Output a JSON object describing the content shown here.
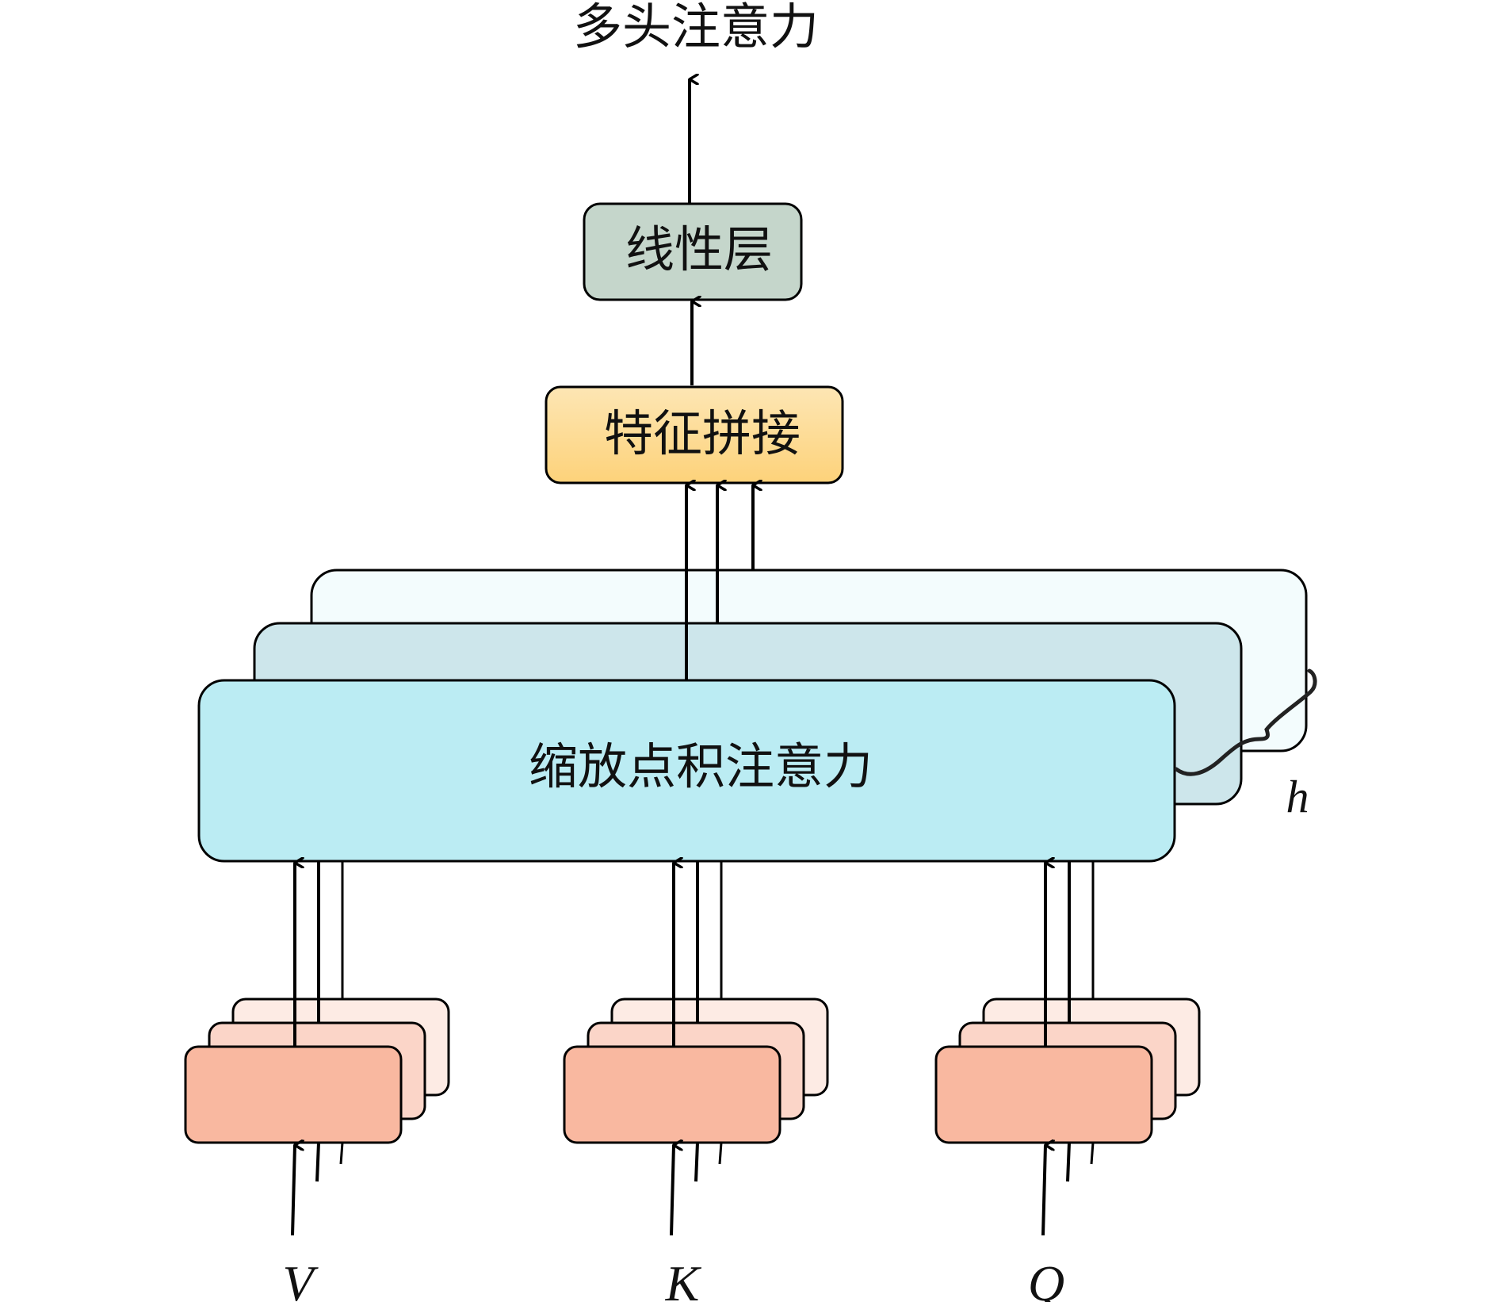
{
  "diagram": {
    "title": "多头注意力",
    "linear_layer": {
      "label": "线性层",
      "fill": "#c5d6cb"
    },
    "concat": {
      "label": "特征拼接",
      "fill_top": "#fde6b4",
      "fill_bottom": "#fdd27a"
    },
    "attention": {
      "label": "缩放点积注意力",
      "fills": [
        "#bbecf3",
        "#cde6eb",
        "#f3fcfd"
      ],
      "heads_label": "h"
    },
    "inputs": [
      {
        "label": "V"
      },
      {
        "label": "K"
      },
      {
        "label": "Q"
      }
    ],
    "input_fills": [
      "#f9b8a0",
      "#fbd5c8",
      "#fdebe4"
    ],
    "stroke": "#000000"
  }
}
